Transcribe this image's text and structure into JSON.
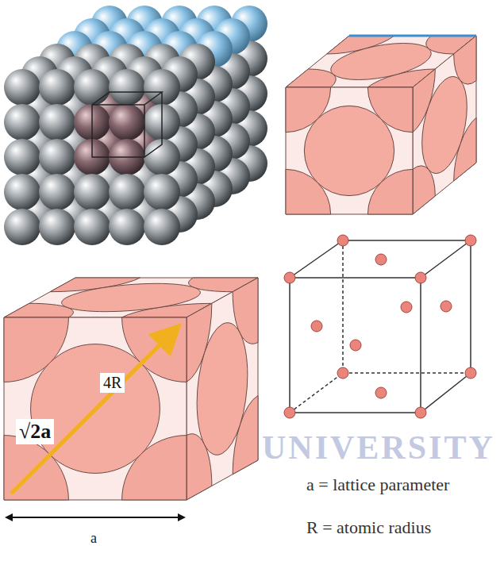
{
  "diagram": {
    "labels": [
      "√2a",
      "4R",
      "a",
      "a = lattice parameter",
      "R = atomic radius",
      "UNIVERSITY"
    ]
  }
}
